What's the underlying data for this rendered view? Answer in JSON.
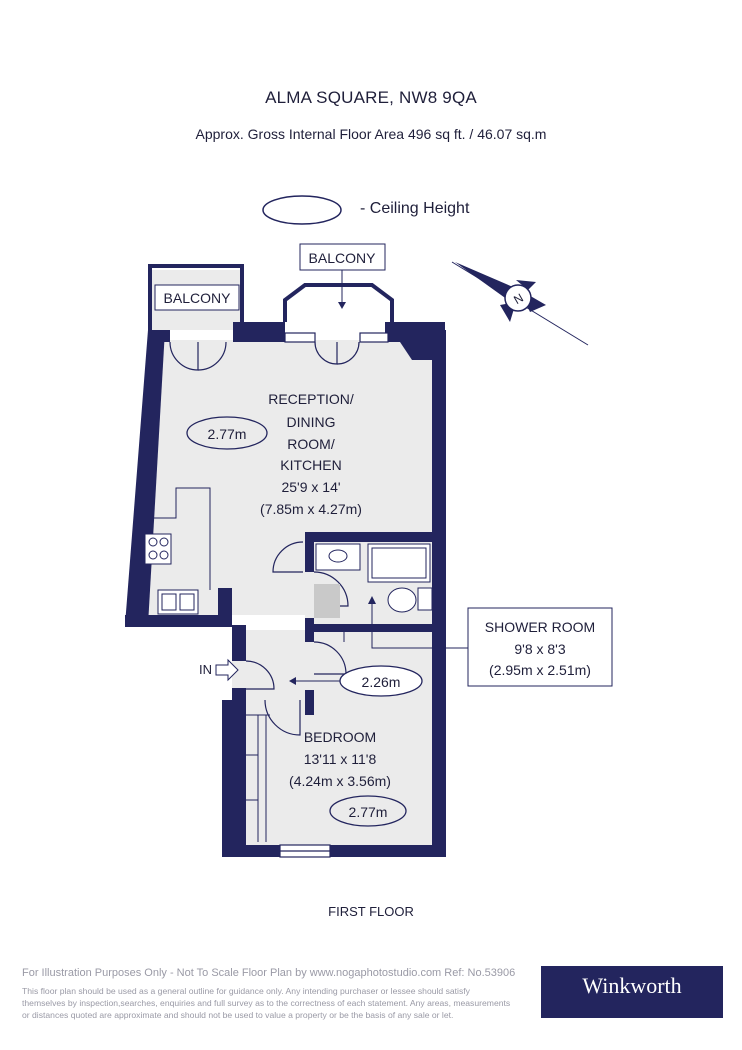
{
  "header": {
    "title": "ALMA SQUARE, NW8 9QA",
    "subtitle": "Approx. Gross Internal Floor Area 496 sq ft. / 46.07 sq.m"
  },
  "legend": {
    "label": "- Ceiling Height"
  },
  "compass": {
    "letter": "N"
  },
  "labels": {
    "balcony_left": "BALCONY",
    "balcony_top": "BALCONY",
    "entrance": "IN"
  },
  "rooms": {
    "reception": {
      "name_lines": [
        "RECEPTION/",
        "DINING",
        "ROOM/",
        "KITCHEN"
      ],
      "size_imperial": "25'9 x 14'",
      "size_metric": "(7.85m x 4.27m)",
      "ceiling": "2.77m"
    },
    "shower": {
      "name": "SHOWER ROOM",
      "size_imperial": "9'8 x 8'3",
      "size_metric": "(2.95m x 2.51m)"
    },
    "hall": {
      "ceiling": "2.26m"
    },
    "bedroom": {
      "name": "BEDROOM",
      "size_imperial": "13'11 x 11'8",
      "size_metric": "(4.24m x 3.56m)",
      "ceiling": "2.77m"
    }
  },
  "floor_label": "FIRST FLOOR",
  "footer": {
    "line1": "For Illustration Purposes Only - Not To Scale   Floor Plan by www.nogaphotostudio.com   Ref: No.53906",
    "disclaimer": [
      "This floor plan should be used as a general outline for guidance only. Any intending purchaser or lessee should satisfy",
      "themselves by inspection,searches, enquiries and full survey as to the correctness of each statement. Any areas, measurements",
      "or distances quoted are approximate and should not be used to value a property or be the basis of any sale or let."
    ],
    "brand": "Winkworth"
  },
  "colors": {
    "wall": "#23255e",
    "floor": "#ebebeb",
    "text": "#1f1f3a",
    "brand": "#23255e"
  }
}
